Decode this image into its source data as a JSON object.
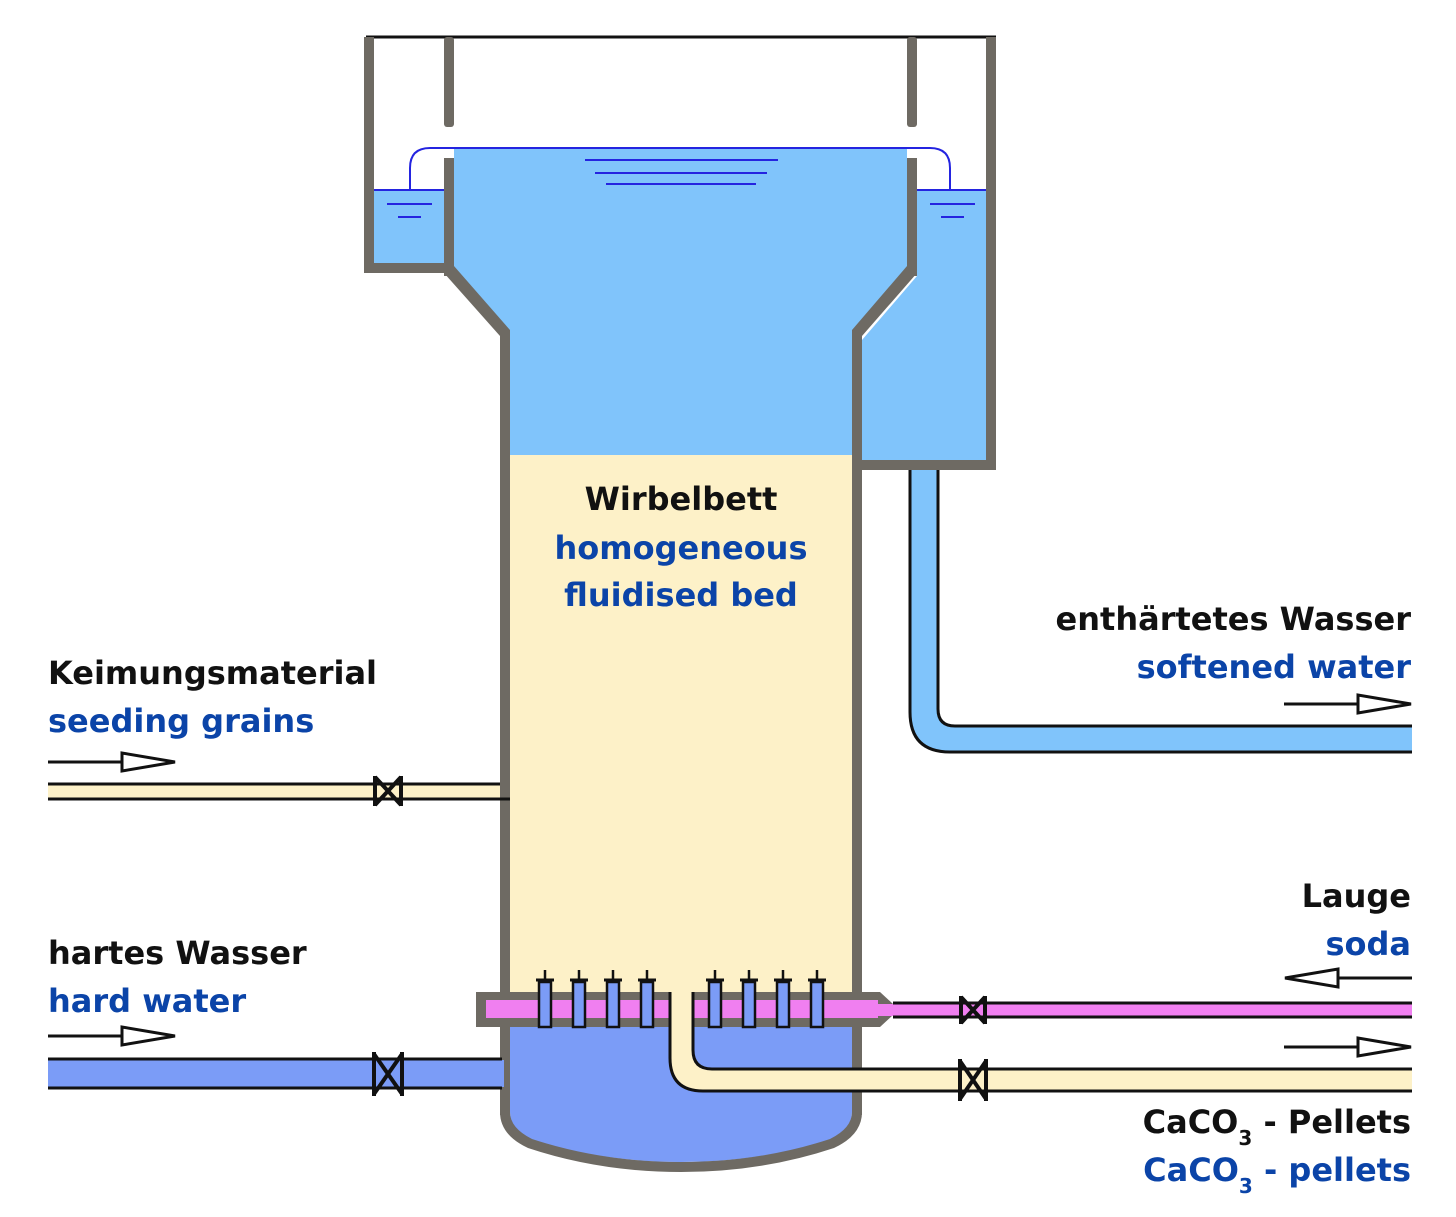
{
  "diagram": {
    "title": "Pellet reactor (fluidised bed water softening)",
    "colors": {
      "wall": "#6e6a63",
      "clear_water": "#80c4fb",
      "fluidised_bed": "#fdf1c8",
      "hard_water": "#7b9cf7",
      "soda": "#f07ff0",
      "pellets_pipe": "#fdf1c8",
      "water_line": "#2424e0",
      "outline": "#111111",
      "label_de": "#111111",
      "label_en": "#0b44a8"
    },
    "bed": {
      "label_de": "Wirbelbett",
      "label_en_line1": "homogeneous",
      "label_en_line2": "fluidised bed"
    },
    "streams": {
      "seeding": {
        "label_de": "Keimungsmaterial",
        "label_en": "seeding grains",
        "direction": "in"
      },
      "hard_water": {
        "label_de": "hartes Wasser",
        "label_en": "hard water",
        "direction": "in"
      },
      "softened": {
        "label_de": "enthärtetes Wasser",
        "label_en": "softened water",
        "direction": "out"
      },
      "soda": {
        "label_de": "Lauge",
        "label_en": "soda",
        "direction": "in"
      },
      "pellets": {
        "label_de_prefix": "CaCO",
        "label_de_sub": "3",
        "label_de_suffix": " - Pellets",
        "label_en_prefix": "CaCO",
        "label_en_sub": "3",
        "label_en_suffix": " - pellets",
        "direction": "out"
      }
    },
    "nozzle_count": 8,
    "valve_count": 4
  }
}
